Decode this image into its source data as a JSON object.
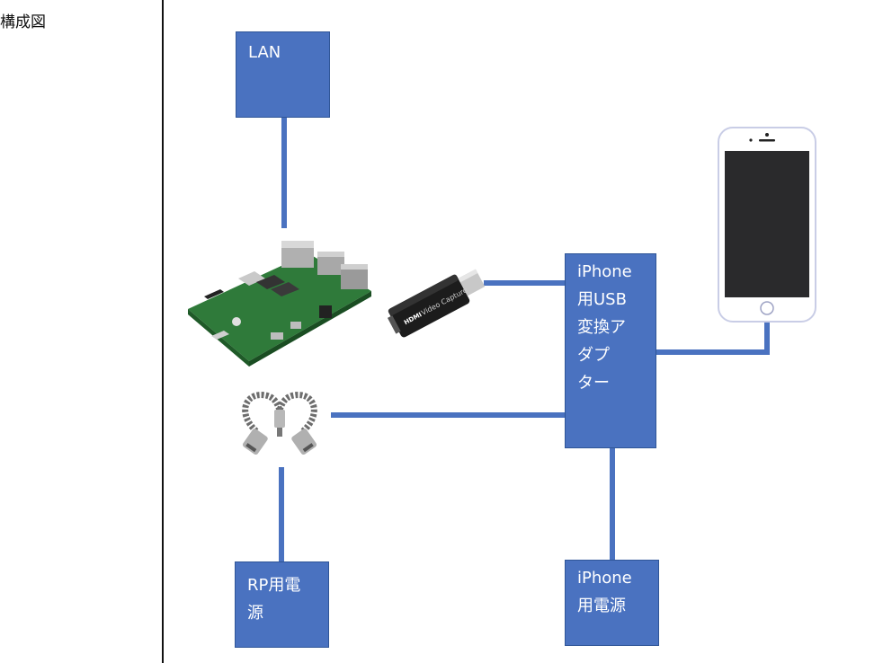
{
  "sidebar": {
    "label": "構成図"
  },
  "boxes": {
    "lan": "LAN",
    "adapter": "iPhone\n用USB\n変換ア\nダプ\nター",
    "rp_power": "RP用電\n源",
    "iphone_power": "iPhone\n用電源"
  },
  "colors": {
    "box_fill": "#4a72c0",
    "box_border": "#2f5597",
    "connector": "#4a72c0"
  },
  "devices": {
    "capture_label": "Video Capture",
    "capture_brand": "HDMI"
  }
}
